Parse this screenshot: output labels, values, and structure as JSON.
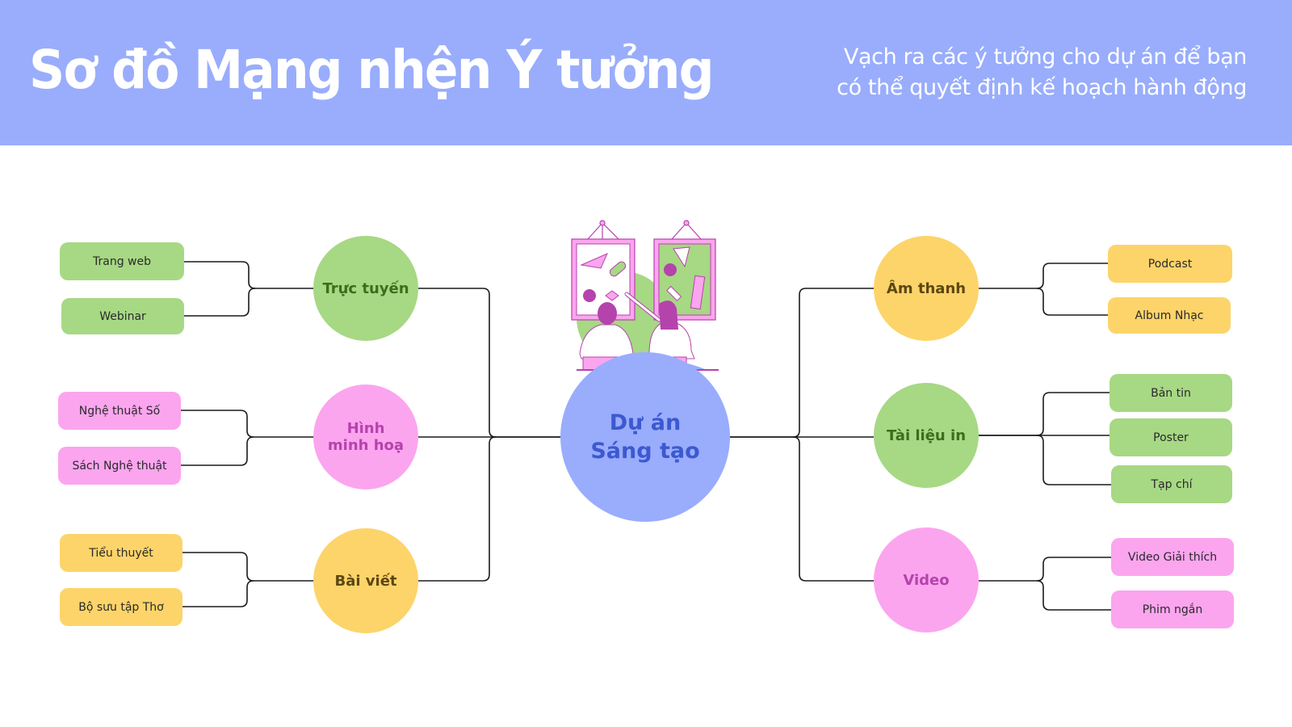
{
  "header": {
    "title": "Sơ đồ Mạng nhện Ý tưởng",
    "subtitle_line1": "Vạch ra các ý tưởng cho dự án để bạn",
    "subtitle_line2": "có thể quyết định kế hoạch hành động",
    "background": "#99adfc"
  },
  "center": {
    "line1": "Dự án",
    "line2": "Sáng tạo",
    "color": "#99adfc",
    "illustration": "two-people-viewing-art-frames"
  },
  "colors": {
    "green": "#a7d884",
    "pink": "#fba5ef",
    "yellow": "#fdd46a",
    "line": "#1a1a1a"
  },
  "branches_left": [
    {
      "label": "Trực tuyến",
      "label_line2": "",
      "color": "green",
      "children": [
        "Trang web",
        "Webinar"
      ]
    },
    {
      "label": "Hình",
      "label_line2": "minh hoạ",
      "color": "pink",
      "children": [
        "Nghệ thuật Số",
        "Sách Nghệ thuật"
      ]
    },
    {
      "label": "Bài viết",
      "label_line2": "",
      "color": "yellow",
      "children": [
        "Tiểu thuyết",
        "Bộ sưu tập Thơ"
      ]
    }
  ],
  "branches_right": [
    {
      "label": "Âm thanh",
      "color": "yellow",
      "children": [
        "Podcast",
        "Album Nhạc"
      ]
    },
    {
      "label": "Tài liệu in",
      "color": "green",
      "children": [
        "Bản tin",
        "Poster",
        "Tạp chí"
      ]
    },
    {
      "label": "Video",
      "color": "pink",
      "children": [
        "Video Giải thích",
        "Phim ngắn"
      ]
    }
  ]
}
